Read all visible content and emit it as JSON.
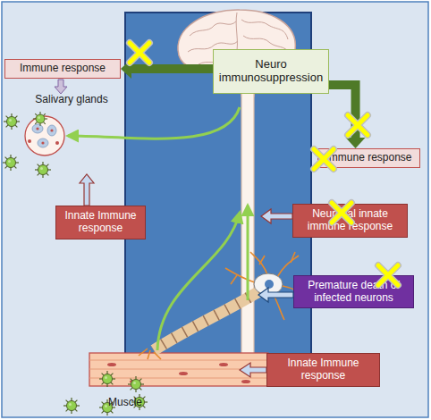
{
  "diagram": {
    "nodes": [
      {
        "text": [
          "Immune response"
        ]
      },
      {
        "text": [
          "Neuro immunosuppression"
        ]
      },
      {
        "text": [
          "Immune response"
        ]
      },
      {
        "text": [
          "Innate Immune response"
        ]
      },
      {
        "text": [
          "Neuronal innate immune response"
        ]
      },
      {
        "text": [
          "Premature death of infected neurons"
        ]
      },
      {
        "text": [
          "Innate Immune response"
        ]
      }
    ],
    "edges": [
      {
        "from": 1,
        "to": 0,
        "arrow": "to"
      },
      {
        "from": 1,
        "to": 2,
        "arrow": "to"
      }
    ],
    "labels": [
      "Salivary glands",
      "Muscle"
    ]
  }
}
